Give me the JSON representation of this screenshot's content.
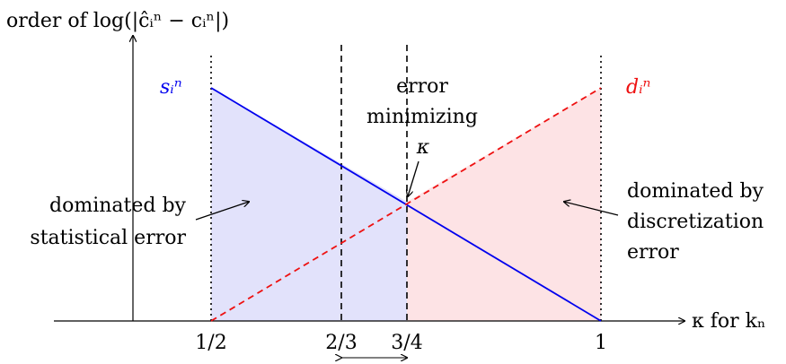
{
  "y_axis_label": "order of log(|ĉᵢⁿ − cᵢⁿ|)",
  "x_axis_label": "κ for kₙ",
  "ticks": [
    "1/2",
    "2/3",
    "3/4",
    "1"
  ],
  "s_label": "sᵢⁿ",
  "d_label": "dᵢⁿ",
  "left_annotation": [
    "dominated by",
    "statistical error"
  ],
  "right_annotation": [
    "dominated by",
    "discretization",
    "error"
  ],
  "center_annotation": [
    "error",
    "minimizing",
    "κ"
  ],
  "colors": {
    "statistical": "#0000ee",
    "discretization": "#ee1111",
    "statistical_fill": "#e2e2fb",
    "discretization_fill": "#fde3e5"
  }
}
